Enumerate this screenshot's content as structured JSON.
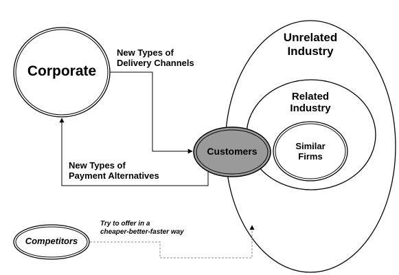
{
  "nodes": {
    "corporate": "Corporate",
    "customers": "Customers",
    "competitors": "Competitors",
    "unrelated_industry": [
      "Unrelated",
      "Industry"
    ],
    "related_industry": [
      "Related",
      "Industry"
    ],
    "similar_firms": [
      "Similar",
      "Firms"
    ]
  },
  "edges": {
    "delivery_channels": [
      "New Types of",
      "Delivery Channels"
    ],
    "payment_alternatives": [
      "New Types of",
      "Payment Alternatives"
    ],
    "competitor_offer": [
      "Try to offer in a",
      "cheaper-better-faster way"
    ]
  },
  "colors": {
    "customers_fill": "#999999",
    "stroke": "#000000",
    "dashed_stroke": "#999999"
  }
}
